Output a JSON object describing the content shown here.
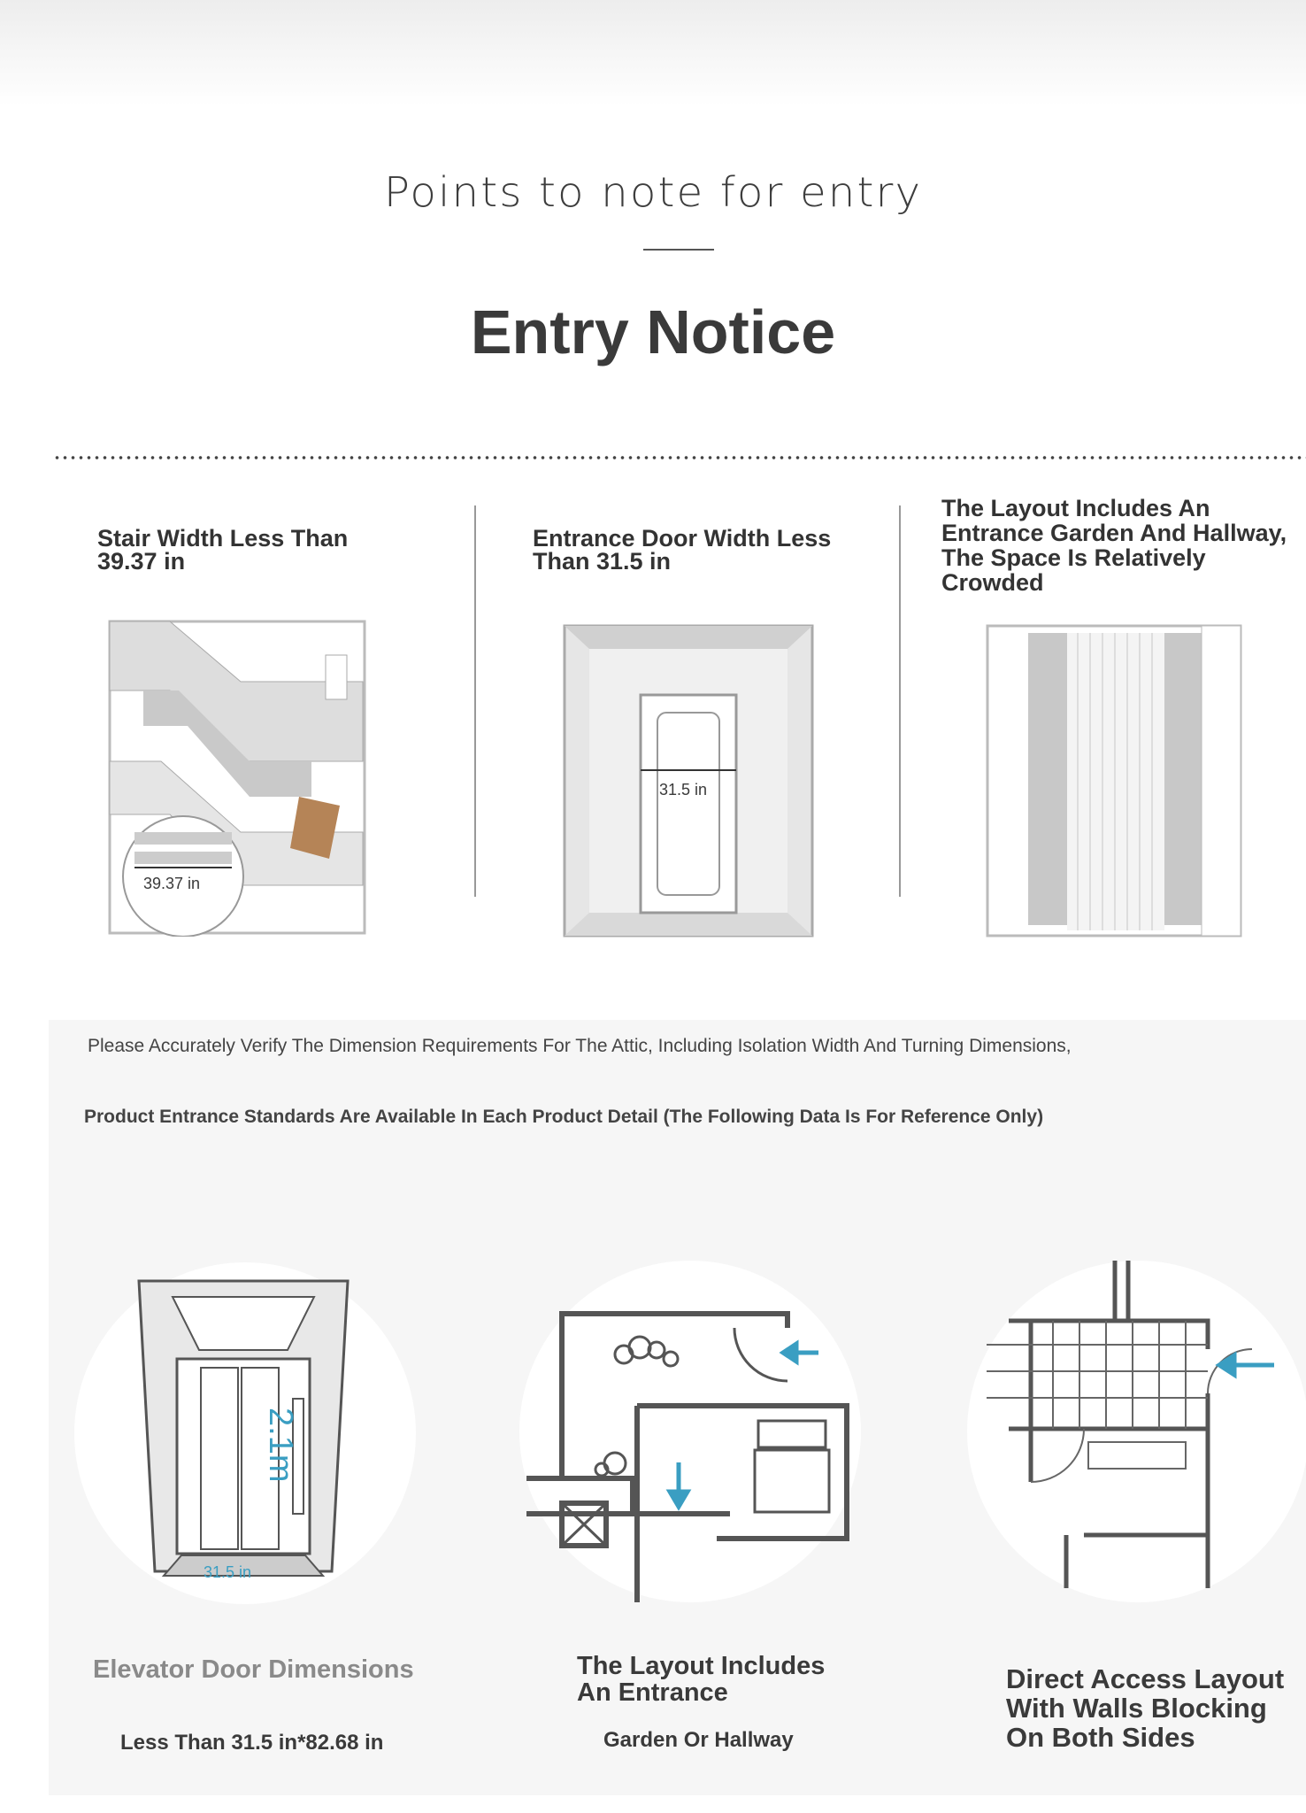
{
  "header": {
    "subtitle": "Points to note for entry",
    "title": "Entry Notice"
  },
  "columns": [
    {
      "heading": "Stair Width Less Than 39.37 in",
      "dimension": "39.37 in",
      "icon": "stair-diagram"
    },
    {
      "heading": "Entrance Door Width Less Than 31.5 in",
      "dimension": "31.5 in",
      "icon": "door-diagram"
    },
    {
      "heading": "The Layout Includes An Entrance Garden And Hallway, The Space Is Relatively Crowded",
      "icon": "hallway-curtain-diagram"
    }
  ],
  "notes": {
    "line1": "Please Accurately Verify The Dimension Requirements For The Attic, Including Isolation Width And Turning Dimensions,",
    "line2": "Product Entrance Standards Are Available In Each Product Detail (The Following Data Is For Reference Only)"
  },
  "layouts": [
    {
      "title": "Elevator Door Dimensions",
      "detail": "Less Than 31.5 in*82.68 in",
      "height_label": "2.1m",
      "width_label": "31.5 in",
      "icon": "elevator-diagram"
    },
    {
      "title": "The Layout Includes An Entrance",
      "detail": "Garden Or Hallway",
      "icon": "floorplan-garden-diagram"
    },
    {
      "title": "Direct Access Layout With Walls Blocking On Both Sides",
      "icon": "floorplan-direct-diagram"
    }
  ],
  "colors": {
    "arrow": "#3a9ec2",
    "text": "#3a3a3a",
    "panel": "#f6f6f6"
  }
}
